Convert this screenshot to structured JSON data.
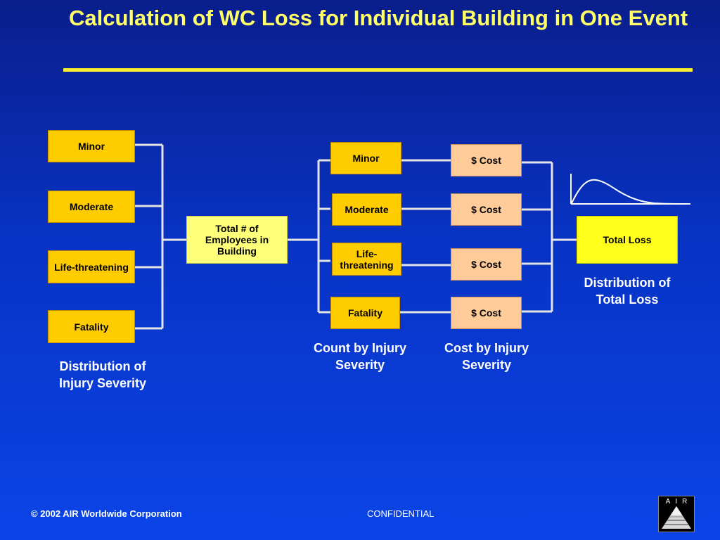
{
  "title": "Calculation of WC Loss for Individual Building in One Event",
  "severity_boxes": [
    "Minor",
    "Moderate",
    "Life-threatening",
    "Fatality"
  ],
  "center_box": "Total # of Employees in Building",
  "count_boxes": [
    "Minor",
    "Moderate",
    "Life-threatening",
    "Fatality"
  ],
  "cost_boxes": [
    "$ Cost",
    "$ Cost",
    "$ Cost",
    "$ Cost"
  ],
  "total_box": "Total Loss",
  "captions": {
    "severity_distribution": "Distribution of Injury Severity",
    "count": "Count by Injury Severity",
    "cost": "Cost by Injury Severity",
    "total_distribution": "Distribution of Total Loss"
  },
  "footer": {
    "copyright": "© 2002 AIR Worldwide Corporation",
    "confidential": "CONFIDENTIAL",
    "logo_text": "AIR"
  },
  "colors": {
    "background": "#0a2fc0",
    "title": "#ffff66",
    "gold_box": "#ffcc00",
    "peach_box": "#ffcc99",
    "total_box": "#ffff19"
  }
}
